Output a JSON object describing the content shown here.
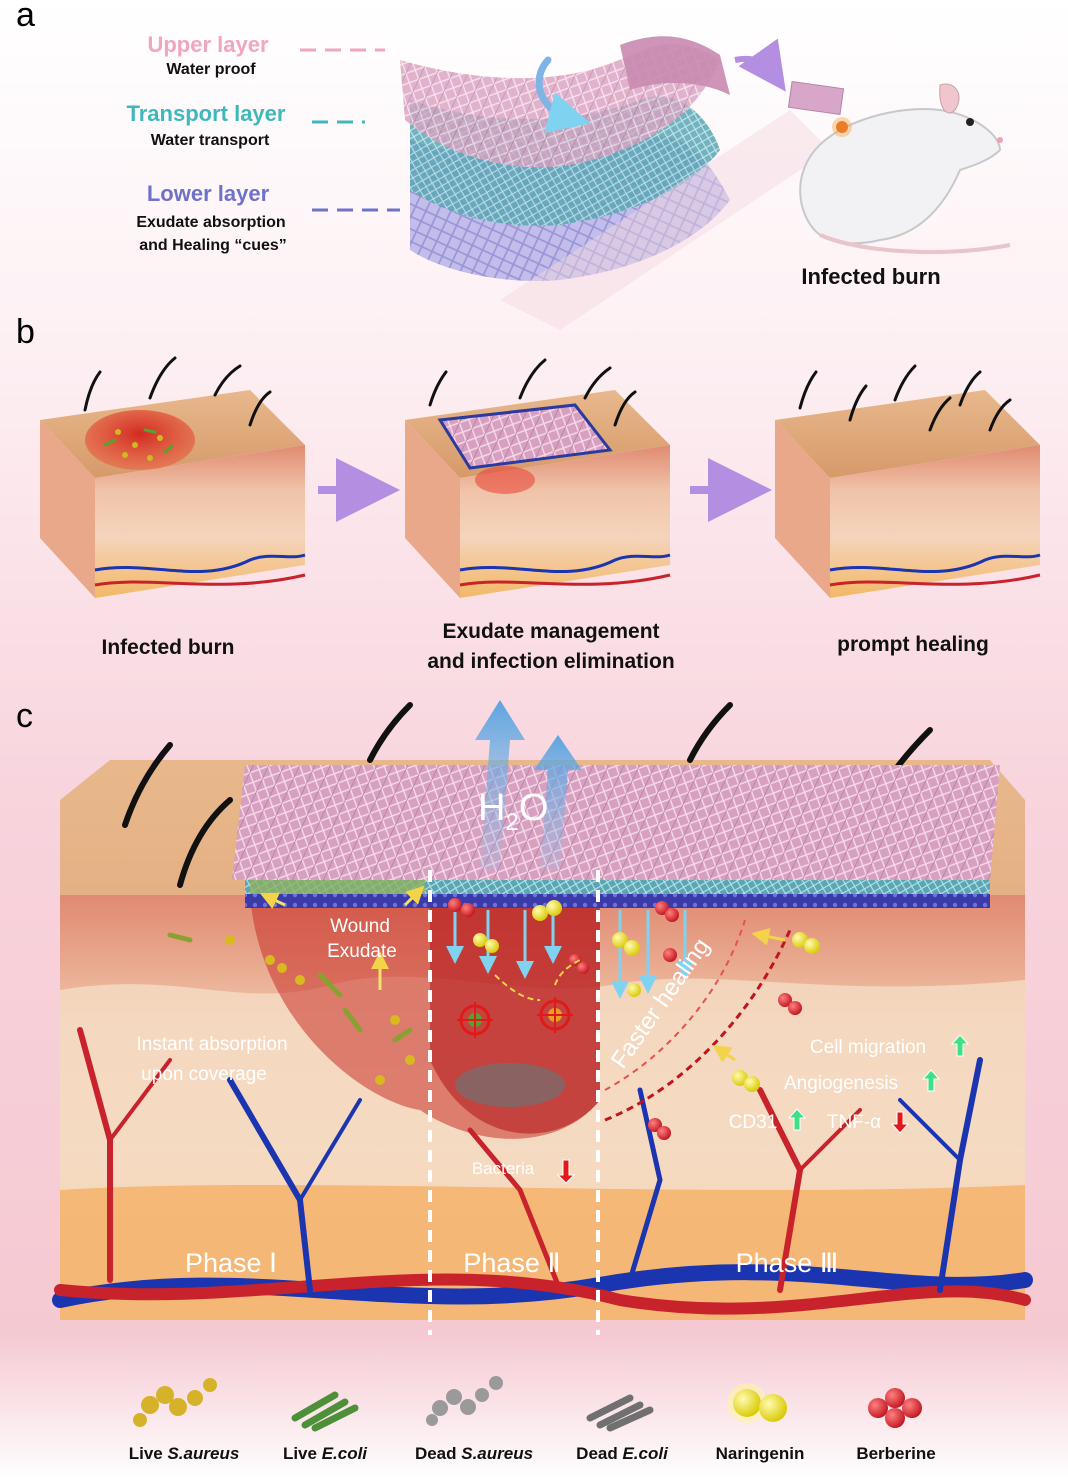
{
  "panel_a": {
    "letter": "a",
    "upper_title": "Upper layer",
    "upper_sub": "Water proof",
    "transport_title": "Transport layer",
    "transport_sub": "Water transport",
    "lower_title": "Lower layer",
    "lower_sub1": "Exudate absorption",
    "lower_sub2": "and Healing “cues”",
    "mouse_caption": "Infected burn"
  },
  "panel_b": {
    "letter": "b",
    "step1": "Infected burn",
    "step2_line1": "Exudate management",
    "step2_line2": "and infection elimination",
    "step3": "prompt healing"
  },
  "panel_c": {
    "letter": "c",
    "h2o_h": "H",
    "h2o_sub": "2",
    "h2o_o": "O",
    "wound": "Wound",
    "exudate": "Exudate",
    "instant1": "Instant absorption",
    "instant2": "upon coverage",
    "faster": "Faster healing",
    "cell_migration": "Cell migration",
    "angiogenesis": "Angiogenesis",
    "cd31": "CD31",
    "tnf": "TNF-α",
    "bacteria": "Bacteria",
    "phase1": "Phase Ⅰ",
    "phase2": "Phase Ⅱ",
    "phase3": "Phase Ⅲ"
  },
  "legend": {
    "live_sa_pre": "Live ",
    "live_sa_it": "S.aureus",
    "live_ec_pre": "Live ",
    "live_ec_it": "E.coli",
    "dead_sa_pre": "Dead ",
    "dead_sa_it": "S.aureus",
    "dead_ec_pre": "Dead ",
    "dead_ec_it": "E.coli",
    "naringenin": "Naringenin",
    "berberine": "Berberine"
  },
  "colors": {
    "upper": "#f0a5c0",
    "transport": "#3fb8bc",
    "lower": "#6f72c9",
    "skin_top": "#e0a877",
    "dermis": "#d97a68",
    "vessel_red": "#c8232c",
    "vessel_blue": "#1b34b0",
    "arrow_purple": "#b48ee0"
  }
}
